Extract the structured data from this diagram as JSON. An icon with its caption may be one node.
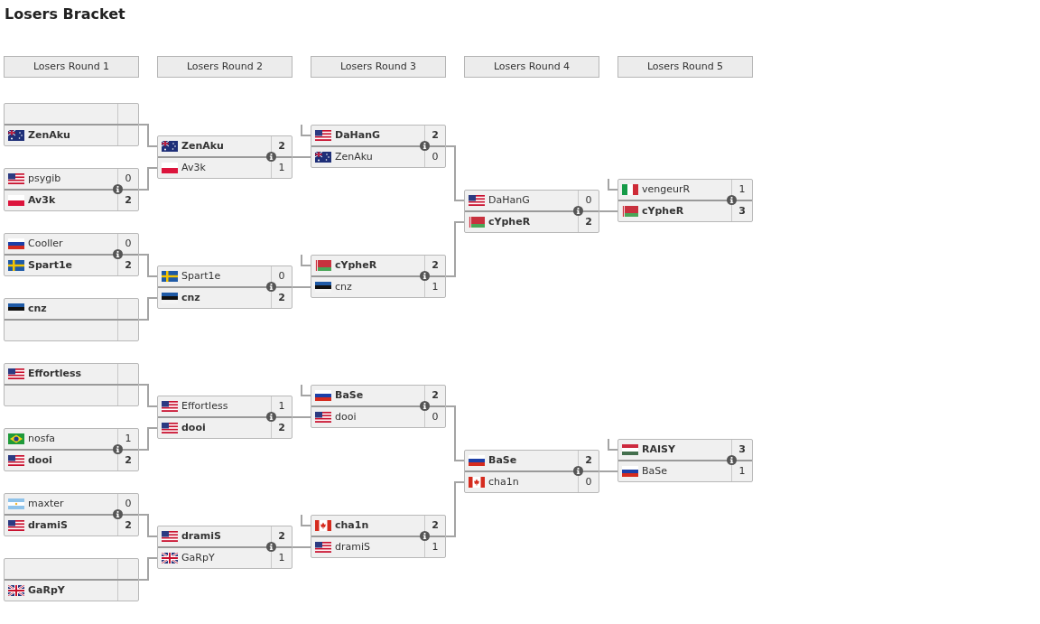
{
  "diagram": {
    "title": "Losers Bracket",
    "nodes": [
      {
        "text": [
          "Losers Round 1"
        ]
      },
      {
        "text": [
          "Losers Round 2"
        ]
      },
      {
        "text": [
          "Losers Round 3"
        ]
      },
      {
        "text": [
          "Losers Round 4"
        ]
      },
      {
        "text": [
          "Losers Round 5"
        ]
      },
      {
        "text": [
          "ZenAku"
        ]
      },
      {
        "text": [
          "psygib",
          "0",
          "Av3k",
          "2"
        ]
      },
      {
        "text": [
          "Cooller",
          "0",
          "Spart1e",
          "2"
        ]
      },
      {
        "text": [
          "cnz"
        ]
      },
      {
        "text": [
          "Effortless"
        ]
      },
      {
        "text": [
          "nosfa",
          "1",
          "dooi",
          "2"
        ]
      },
      {
        "text": [
          "maxter",
          "0",
          "dramiS",
          "2"
        ]
      },
      {
        "text": [
          "GaRpY"
        ]
      },
      {
        "text": [
          "ZenAku",
          "2",
          "Av3k",
          "1"
        ]
      },
      {
        "text": [
          "Spart1e",
          "0",
          "cnz",
          "2"
        ]
      },
      {
        "text": [
          "Effortless",
          "1",
          "dooi",
          "2"
        ]
      },
      {
        "text": [
          "dramiS",
          "2",
          "GaRpY",
          "1"
        ]
      },
      {
        "text": [
          "DaHanG",
          "2",
          "ZenAku",
          "0"
        ]
      },
      {
        "text": [
          "cYpheR",
          "2",
          "cnz",
          "1"
        ]
      },
      {
        "text": [
          "BaSe",
          "2",
          "dooi",
          "0"
        ]
      },
      {
        "text": [
          "cha1n",
          "2",
          "dramiS",
          "1"
        ]
      },
      {
        "text": [
          "DaHanG",
          "0",
          "cYpheR",
          "2"
        ]
      },
      {
        "text": [
          "BaSe",
          "2",
          "cha1n",
          "0"
        ]
      },
      {
        "text": [
          "vengeurR",
          "1",
          "cYpheR",
          "3"
        ]
      },
      {
        "text": [
          "RAISY",
          "3",
          "BaSe",
          "1"
        ]
      }
    ],
    "edges": [
      {
        "from": 5,
        "to": 13,
        "arrow": "none"
      },
      {
        "from": 6,
        "to": 13,
        "arrow": "none"
      },
      {
        "from": 7,
        "to": 14,
        "arrow": "none"
      },
      {
        "from": 8,
        "to": 14,
        "arrow": "none"
      },
      {
        "from": 9,
        "to": 15,
        "arrow": "none"
      },
      {
        "from": 10,
        "to": 15,
        "arrow": "none"
      },
      {
        "from": 11,
        "to": 16,
        "arrow": "none"
      },
      {
        "from": 12,
        "to": 16,
        "arrow": "none"
      },
      {
        "from": null,
        "to": 17,
        "arrow": "none"
      },
      {
        "from": 13,
        "to": 17,
        "arrow": "none"
      },
      {
        "from": null,
        "to": 18,
        "arrow": "none"
      },
      {
        "from": 14,
        "to": 18,
        "arrow": "none"
      },
      {
        "from": null,
        "to": 19,
        "arrow": "none"
      },
      {
        "from": 15,
        "to": 19,
        "arrow": "none"
      },
      {
        "from": null,
        "to": 20,
        "arrow": "none"
      },
      {
        "from": 16,
        "to": 20,
        "arrow": "none"
      },
      {
        "from": 17,
        "to": 21,
        "arrow": "none"
      },
      {
        "from": 18,
        "to": 21,
        "arrow": "none"
      },
      {
        "from": 19,
        "to": 22,
        "arrow": "none"
      },
      {
        "from": 20,
        "to": 22,
        "arrow": "none"
      },
      {
        "from": null,
        "to": 23,
        "arrow": "none"
      },
      {
        "from": 21,
        "to": 23,
        "arrow": "none"
      },
      {
        "from": null,
        "to": 24,
        "arrow": "none"
      },
      {
        "from": 22,
        "to": 24,
        "arrow": "none"
      }
    ]
  }
}
